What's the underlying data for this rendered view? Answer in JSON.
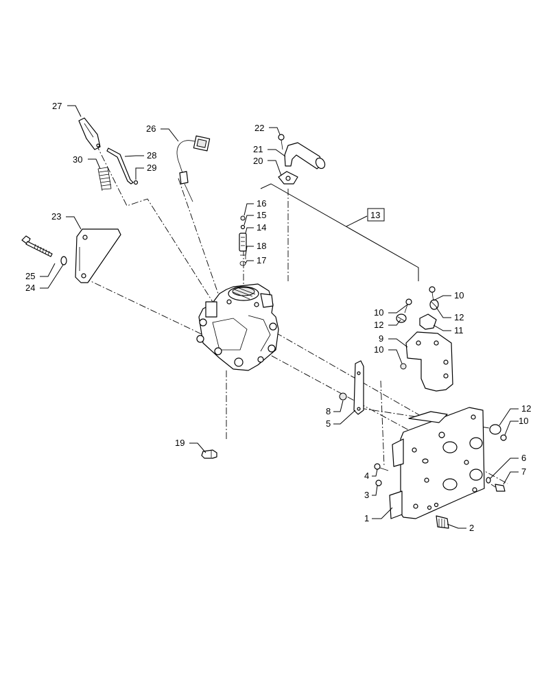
{
  "diagram": {
    "callouts": {
      "c1": "1",
      "c2": "2",
      "c3": "3",
      "c4": "4",
      "c5": "5",
      "c6": "6",
      "c7": "7",
      "c8": "8",
      "c9": "9",
      "c10a": "10",
      "c10b": "10",
      "c10c": "10",
      "c10d": "10",
      "c11": "11",
      "c12a": "12",
      "c12b": "12",
      "c12c": "12",
      "c13": "13",
      "c14": "14",
      "c15": "15",
      "c16": "16",
      "c17": "17",
      "c18": "18",
      "c19": "19",
      "c20": "20",
      "c21": "21",
      "c22": "22",
      "c23": "23",
      "c24": "24",
      "c25": "25",
      "c26": "26",
      "c27": "27",
      "c28": "28",
      "c29": "29",
      "c30": "30"
    }
  }
}
